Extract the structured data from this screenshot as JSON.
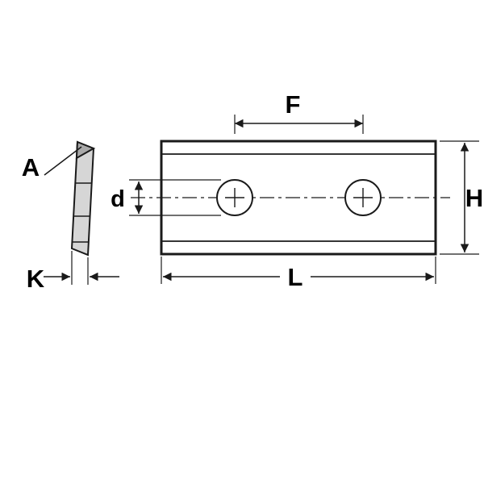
{
  "diagram": {
    "type": "technical-drawing",
    "description": "Dimensioned drawing of a reversible knife insert: front view with two mounting holes and thin side profile view",
    "labels": {
      "hole_spacing": "F",
      "bevel_angle": "A",
      "hole_diameter": "d",
      "height": "H",
      "thickness": "K",
      "length": "L"
    },
    "colors": {
      "line": "#1a1a1a",
      "plate_fill": "#d6d6d6",
      "bevel_fill": "#a9a9a9",
      "hole_fill": "#ffffff",
      "background": "#ffffff"
    }
  }
}
